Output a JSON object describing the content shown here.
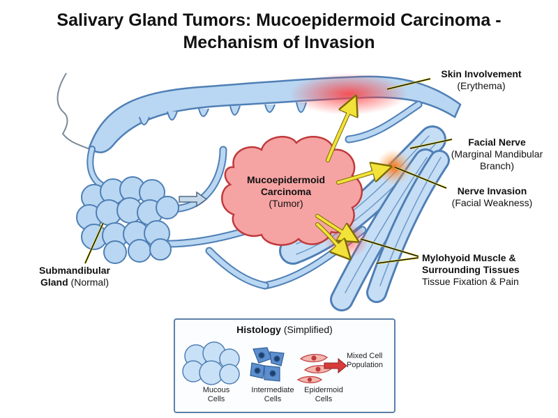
{
  "title": {
    "line1": "Salivary Gland Tumors: Mucoepidermoid Carcinoma -",
    "line2": "Mechanism of Invasion"
  },
  "labels": {
    "skin": {
      "name": "Skin Involvement",
      "detail": "(Erythema)"
    },
    "facial_nerve": {
      "name": "Facial Nerve",
      "detail1": "(Marginal Mandibular",
      "detail2": "Branch)"
    },
    "nerve_invasion": {
      "name": "Nerve Invasion",
      "detail": "(Facial Weakness)"
    },
    "muscle": {
      "name1": "Mylohyoid Muscle &",
      "name2": "Surrounding Tissues",
      "detail": "Tissue Fixation & Pain"
    },
    "tumor": {
      "name1": "Mucoepidermoid",
      "name2": "Carcinoma",
      "detail": "(Tumor)"
    },
    "gland": {
      "name1": "Submandibular",
      "name2": "Gland",
      "detail": "(Normal)"
    }
  },
  "histology": {
    "title": "Histology",
    "subtitle": "(Simplified)",
    "cells": [
      {
        "line1": "Mucous",
        "line2": "Cells"
      },
      {
        "line1": "Intermediate",
        "line2": "Cells"
      },
      {
        "line1": "Epidermoid",
        "line2": "Cells"
      }
    ],
    "mixed_line1": "Mixed Cell",
    "mixed_line2": "Population"
  },
  "colors": {
    "vessel_fill": "#b9d7f2",
    "vessel_stroke": "#4f7fb5",
    "tumor_fill": "#f6a3a3",
    "tumor_stroke": "#c0393b",
    "arrow_yellow": "#f2e23a",
    "nerve_glow": "#ff7a1a"
  }
}
